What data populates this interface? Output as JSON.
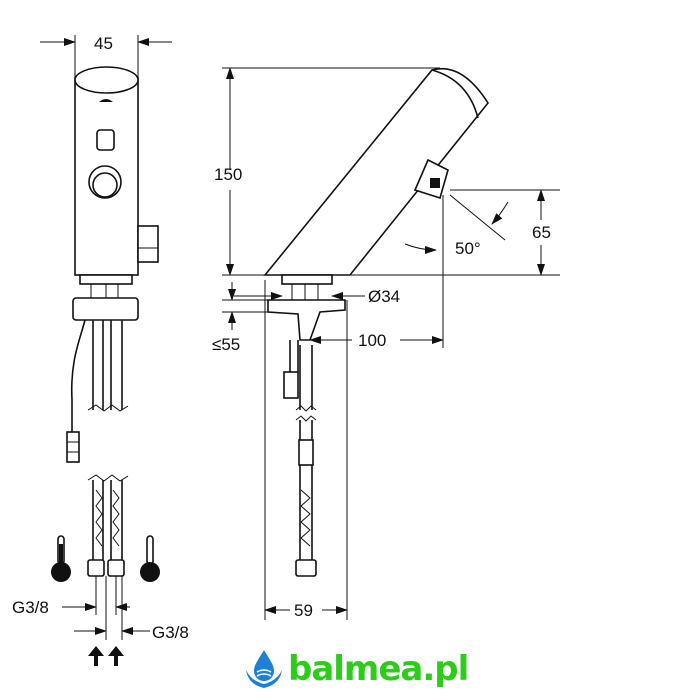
{
  "dimensions": {
    "width_front": "45",
    "height": "150",
    "spout_height": "65",
    "angle": "50°",
    "diameter": "Ø34",
    "max_thickness": "≤55",
    "projection": "100",
    "base_width": "59",
    "thread_left": "G3/8",
    "thread_right": "G3/8"
  },
  "logo": {
    "text": "balmea.pl",
    "text_color": "#2ecc1a",
    "icon_color": "#1e7fd6"
  },
  "icons": [
    "hot-water-thermometer-icon",
    "cold-water-thermometer-icon",
    "flow-arrow-icon"
  ]
}
